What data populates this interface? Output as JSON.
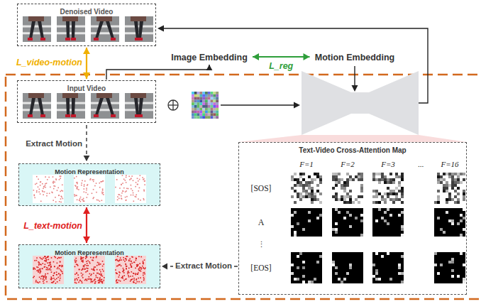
{
  "diagram": {
    "nodes": [
      {
        "text": [
          "Denoised Video"
        ]
      },
      {
        "text": [
          "Image Embedding"
        ]
      },
      {
        "text": [
          "Motion Embedding"
        ]
      },
      {
        "text": [
          "Input Video"
        ]
      },
      {
        "text": [
          "Motion Representation"
        ]
      },
      {
        "text": [
          "Motion Representation"
        ]
      },
      {
        "text": [
          "Text-Video Cross-Attention Map"
        ]
      }
    ],
    "edges": [
      {
        "from": 0,
        "to": 3,
        "arrow": "both",
        "label": "L_video-motion"
      },
      {
        "from": 1,
        "to": 2,
        "arrow": "both",
        "label": "L_reg"
      },
      {
        "from": 3,
        "to": 1,
        "arrow": "to"
      },
      {
        "from": 3,
        "to": 4,
        "arrow": "to",
        "label": "Extract Motion"
      },
      {
        "from": 4,
        "to": 5,
        "arrow": "both",
        "label": "L_text-motion"
      },
      {
        "from": 6,
        "to": 5,
        "arrow": "to",
        "label": "Extract Motion"
      }
    ],
    "labels": [
      "F=1",
      "F=2",
      "F=3",
      "...",
      "F=16",
      "[SOS]",
      "A",
      "⋮",
      "[EOS]"
    ]
  }
}
